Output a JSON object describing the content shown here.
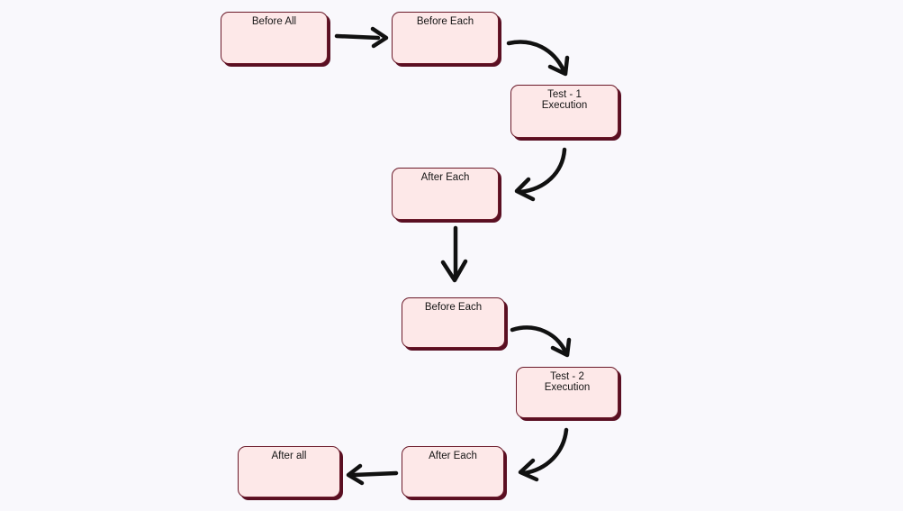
{
  "diagram": {
    "nodes": {
      "before_all": {
        "lines": [
          "Before All"
        ]
      },
      "before_each_1": {
        "lines": [
          "Before Each"
        ]
      },
      "test_1": {
        "lines": [
          "Test - 1",
          "Execution"
        ]
      },
      "after_each_1": {
        "lines": [
          "After Each"
        ]
      },
      "before_each_2": {
        "lines": [
          "Before Each"
        ]
      },
      "test_2": {
        "lines": [
          "Test - 2",
          "Execution"
        ]
      },
      "after_each_2": {
        "lines": [
          "After Each"
        ]
      },
      "after_all": {
        "lines": [
          "After all"
        ]
      }
    },
    "edges": [
      {
        "from": "before_all",
        "to": "before_each_1"
      },
      {
        "from": "before_each_1",
        "to": "test_1"
      },
      {
        "from": "test_1",
        "to": "after_each_1"
      },
      {
        "from": "after_each_1",
        "to": "before_each_2"
      },
      {
        "from": "before_each_2",
        "to": "test_2"
      },
      {
        "from": "test_2",
        "to": "after_each_2"
      },
      {
        "from": "after_each_2",
        "to": "after_all"
      }
    ],
    "colors": {
      "node_fill": "#fde8e8",
      "node_border": "#6b1a2a",
      "node_shadow": "#5a0f22",
      "arrow": "#111111"
    }
  }
}
